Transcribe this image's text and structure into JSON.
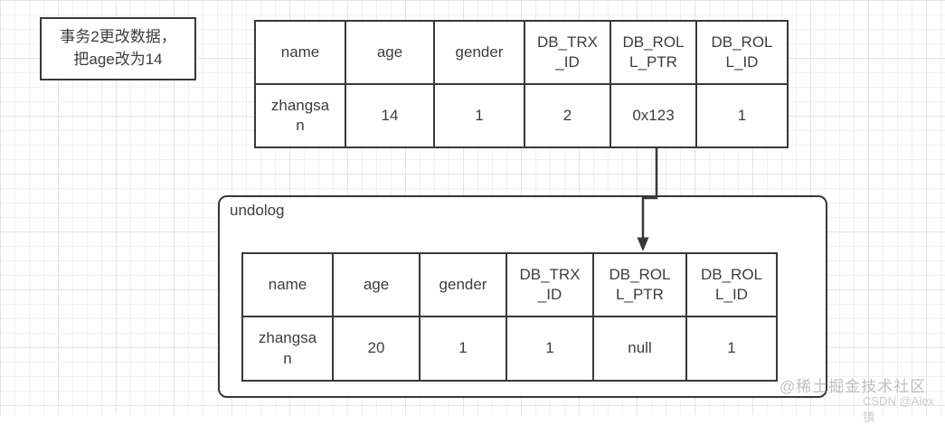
{
  "note": {
    "line1": "事务2更改数据，",
    "line2": "把age改为14"
  },
  "record_table": {
    "headers": [
      "name",
      "age",
      "gender",
      "DB_TRX\n_ID",
      "DB_ROL\nL_PTR",
      "DB_ROL\nL_ID"
    ],
    "row": [
      "zhangsa\nn",
      "14",
      "1",
      "2",
      "0x123",
      "1"
    ]
  },
  "undolog": {
    "label": "undolog",
    "table": {
      "headers": [
        "name",
        "age",
        "gender",
        "DB_TRX\n_ID",
        "DB_ROL\nL_PTR",
        "DB_ROL\nL_ID"
      ],
      "row": [
        "zhangsa\nn",
        "20",
        "1",
        "1",
        "null",
        "1"
      ]
    }
  },
  "watermark": {
    "juejin": "@稀土掘金技术社区",
    "csdn": "CSDN @Alex镇"
  },
  "colors": {
    "line": "#383838",
    "text": "#3d3d3d",
    "grid_fine": "#f0f0f0",
    "grid_coarse": "#e4e4e4",
    "cell_fill": "#ffffff"
  }
}
